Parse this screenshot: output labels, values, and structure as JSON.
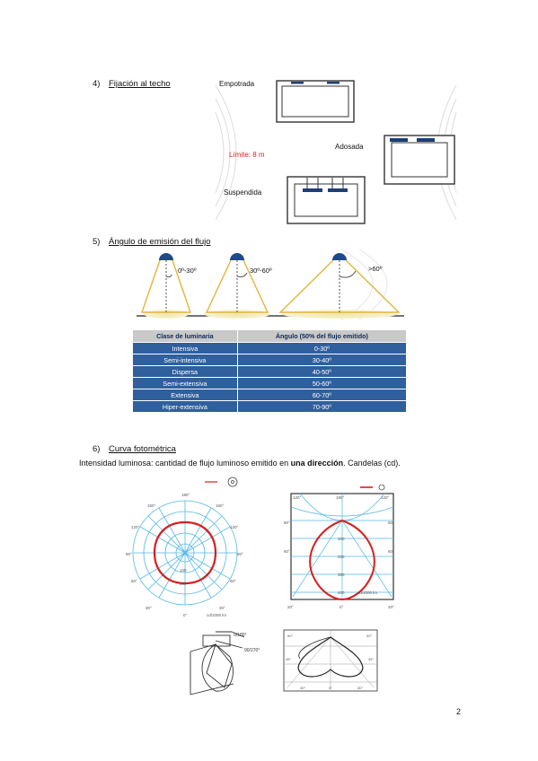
{
  "sections": {
    "fixing": {
      "number": "4)",
      "title": "Fijación al techo",
      "labels": {
        "recessed": "Empotrada",
        "surface": "Adosada",
        "suspended": "Suspendida",
        "limit": "Límite: 8 m"
      }
    },
    "beam_angle": {
      "number": "5)",
      "title": "Ángulo de emisión del flujo",
      "angles": [
        "0º-30º",
        "30º-60º",
        ">60º"
      ],
      "table": {
        "headers": [
          "Clase de luminaria",
          "Ángulo (50% del flujo emitido)"
        ],
        "rows": [
          [
            "Intensiva",
            "0-30º"
          ],
          [
            "Semi-intensiva",
            "30-40º"
          ],
          [
            "Dispersa",
            "40-50º"
          ],
          [
            "Semi-extensiva",
            "50-60º"
          ],
          [
            "Extensiva",
            "60-70º"
          ],
          [
            "Hiper-extensiva",
            "70-90º"
          ]
        ]
      }
    },
    "photometric": {
      "number": "6)",
      "title": "Curva fotométrica",
      "text_a": "Intensidad luminosa: cantidad de flujo luminoso emitido en ",
      "text_b": "una dirección",
      "text_c": ". Candelas (cd)."
    }
  },
  "page_number": "2",
  "colors": {
    "table_body": "#2f5f9c",
    "table_header": "#c9c9c9",
    "beam": "#e3b43a",
    "curve": "#d61f1f",
    "grid": "#55b8e6"
  }
}
